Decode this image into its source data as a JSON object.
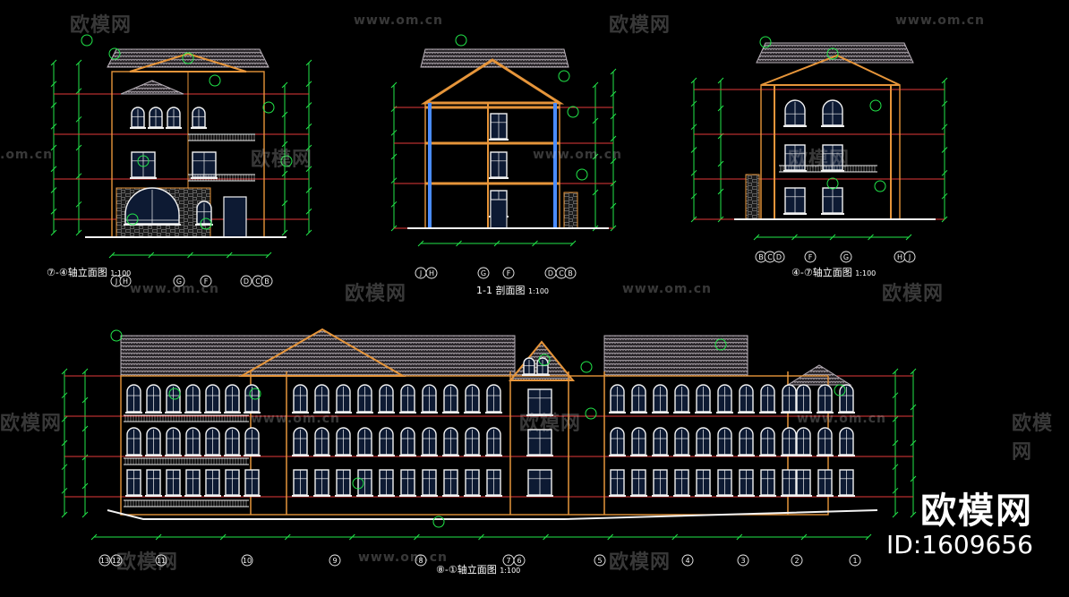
{
  "watermark": {
    "logo_text": "欧模网",
    "url_text": "www.om.cn",
    "url_partial": ".om.cn"
  },
  "brand": {
    "name": "欧模网",
    "id_label": "ID:1609656"
  },
  "drawings": {
    "left_elevation": {
      "caption": "⑦-④轴立面图",
      "scale": "1:100",
      "axis_labels": [
        "J",
        "H",
        "G",
        "F",
        "D",
        "C",
        "B"
      ]
    },
    "section": {
      "caption": "1-1 剖面图",
      "scale": "1:100",
      "axis_labels": [
        "J",
        "H",
        "G",
        "F",
        "D",
        "C",
        "B"
      ]
    },
    "right_elevation": {
      "caption": "④-⑦轴立面图",
      "scale": "1:100",
      "axis_labels": [
        "B",
        "C",
        "D",
        "F",
        "G",
        "H",
        "J"
      ]
    },
    "long_elevation": {
      "caption": "⑧-①轴立面图",
      "scale": "1:100",
      "axis_labels": [
        "13",
        "12",
        "11",
        "10",
        "9",
        "8",
        "7",
        "6",
        "5",
        "4",
        "3",
        "2",
        "1"
      ]
    }
  },
  "colors": {
    "background": "#000000",
    "roof_tile": "#b8b0b8",
    "dimension_green": "#22e64a",
    "level_red": "#e43a3a",
    "wall_orange": "#e6953a",
    "window_white": "#f2f2f2",
    "window_blue": "#4a8cff",
    "glazing": "#0d1a33"
  }
}
